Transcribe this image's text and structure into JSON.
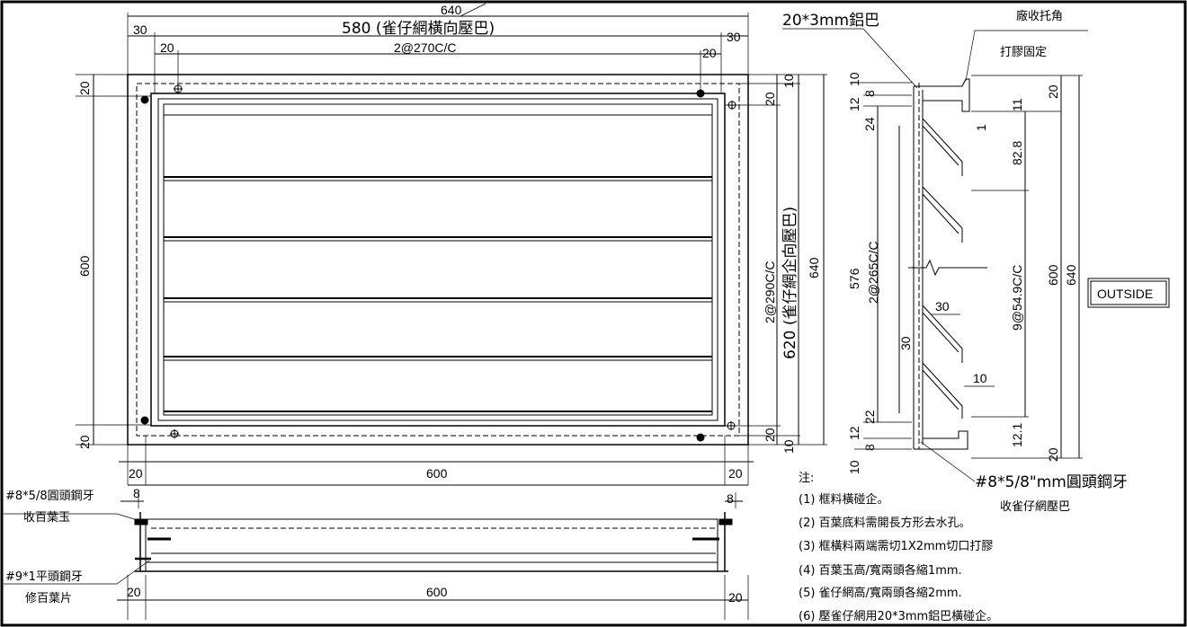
{
  "front_view": {
    "overall_width": "640",
    "mesh_strip_width": "580 (雀仔網橫向壓巴)",
    "left_margin": "30",
    "right_margin": "30",
    "inner_left": "20",
    "inner_right": "20",
    "bolt_spacing": "2@270C/C",
    "height_600": "600",
    "top_20": "20",
    "bottom_20": "20",
    "right_top_10": "10",
    "right_top_20": "20",
    "right_bottom_20": "20",
    "right_bottom_10": "10",
    "vert_spacing": "2@290C/C",
    "vert_mesh": "620 (雀仔網企向壓巴)",
    "overall_height": "640",
    "bottom_left_20": "20",
    "bottom_600": "600",
    "bottom_right_20": "20"
  },
  "section_view": {
    "bar_label": "20*3mm鋁巴",
    "angle_label_1": "廠收托角",
    "angle_label_2": "打膠固定",
    "d10_top": "10",
    "d8_top": "8",
    "d12_top": "12",
    "d24": "24",
    "d576": "576",
    "d265": "2@265C/C",
    "d22": "22",
    "d12_bot": "12",
    "d8_bot": "8",
    "d10_bot": "10",
    "r20_top": "20",
    "r11": "11",
    "r1": "1",
    "r82_8": "82.8",
    "r600": "600",
    "r640": "640",
    "r_pitch": "9@54.9C/C",
    "r12_1": "12.1",
    "r20_bot": "20",
    "d30_a": "30",
    "d30_b": "30",
    "d10_mid": "10",
    "screw_label": "#8*5/8\"mm圓頭鋼牙",
    "screw_sub": "收雀仔網壓巴",
    "outside": "OUTSIDE"
  },
  "notes": {
    "title": "注:",
    "n1": "(1) 框料橫碰企。",
    "n2": "(2) 百葉底料需開長方形去水孔。",
    "n3": "(3) 框橫料兩端需切1X2mm切口打膠",
    "n4": "(4) 百葉玉高/寬兩頭各縮1mm.",
    "n5": "(5) 雀仔網高/寬兩頭各縮2mm.",
    "n6": "(6) 壓雀仔網用20*3mm鋁巴橫碰企。"
  },
  "plan_view": {
    "screw1": "#8*5/8圓頭鋼牙",
    "screw1_sub": "收百葉玉",
    "d8_left": "8",
    "d8_right": "8",
    "screw2": "#9*1平頭鋼牙",
    "screw2_sub": "修百葉片",
    "d20_left": "20",
    "d600": "600",
    "d20_right": "20"
  }
}
